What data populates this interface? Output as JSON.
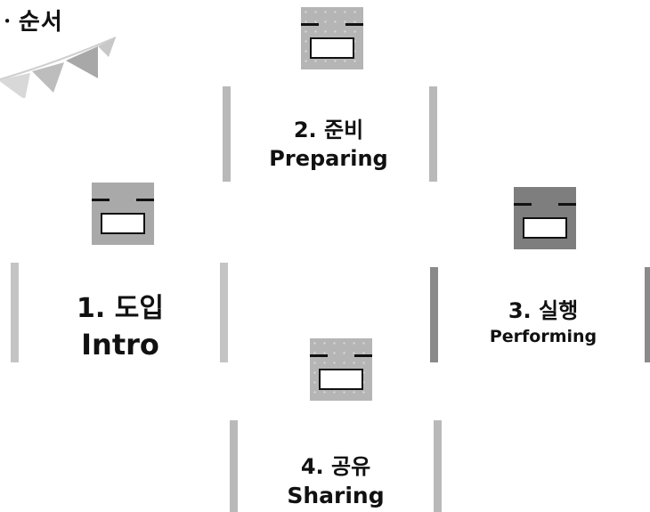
{
  "header": {
    "title": "ㆍ순서"
  },
  "steps": [
    {
      "num_title": "1.  도입",
      "eng": "Intro"
    },
    {
      "num_title": "2. 준비",
      "eng": "Preparing"
    },
    {
      "num_title": "3. 실행",
      "eng": "Performing"
    },
    {
      "num_title": "4. 공유",
      "eng": "Sharing"
    }
  ],
  "colors": {
    "light_bar": "#c4c4c4",
    "mid_bar": "#b9b9b9",
    "dark": "#7e7e7e",
    "dark_bar": "#8a8a8a"
  }
}
